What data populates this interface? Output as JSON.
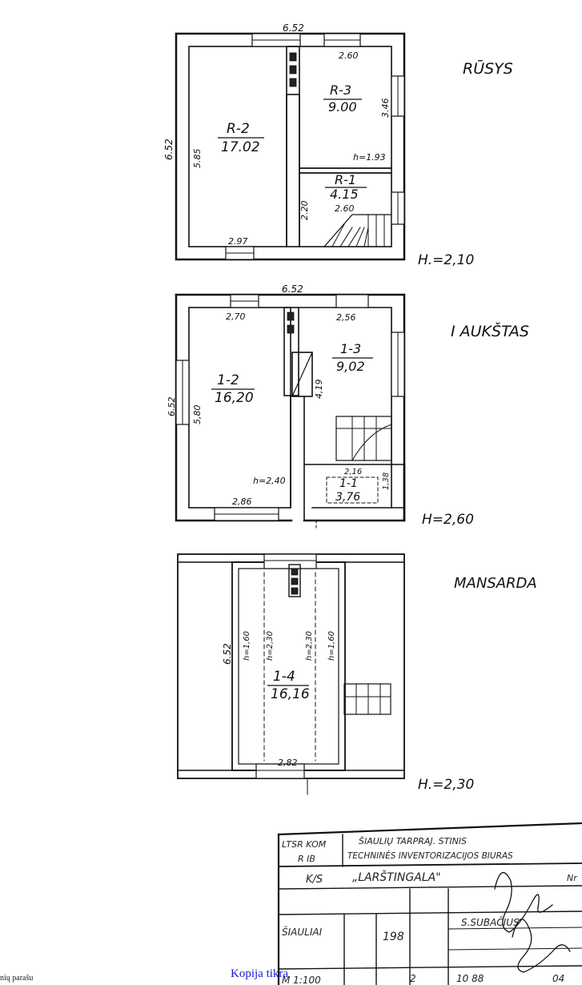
{
  "floors": [
    {
      "name": "RŪSYS",
      "height_mark": "H.=2,10",
      "top_dim": "6.52",
      "left_dim": "6.52",
      "rooms": [
        {
          "code": "R-2",
          "area": "17.02"
        },
        {
          "code": "R-3",
          "area": "9.00"
        },
        {
          "code": "R-1",
          "area": "4.15"
        }
      ],
      "dims": {
        "d1": "5.85",
        "d2": "2.97",
        "d3": "2.60",
        "d4": "3.46",
        "d5": "h=1.93",
        "d6": "2.20",
        "d7": "2.60"
      }
    },
    {
      "name": "I AUKŠTAS",
      "height_mark": "H=2,60",
      "top_dim": "6.52",
      "left_dim": "6.52",
      "rooms": [
        {
          "code": "1-2",
          "area": "16,20"
        },
        {
          "code": "1-3",
          "area": "9,02"
        },
        {
          "code": "1-1",
          "area": "3,76"
        }
      ],
      "dims": {
        "d1": "2,70",
        "d2": "2,56",
        "d3": "5,80",
        "d4": "4,19",
        "d5": "h=2,40",
        "d6": "2,86",
        "d7": "2,16",
        "d8": "1,38"
      }
    },
    {
      "name": "MANSARDA",
      "height_mark": "H.=2,30",
      "left_dim": "6.52",
      "rooms": [
        {
          "code": "1-4",
          "area": "16,16"
        }
      ],
      "dims": {
        "d1": "h=1,60",
        "d2": "h=2,30",
        "d3": "h=2,30",
        "d4": "h=1,60",
        "d5": "2,82"
      }
    }
  ],
  "stamp": {
    "org1": "LTSR KOM",
    "org2": "R IB",
    "bureau1": "ŠIAULIŲ TARPRAJ. STINIS",
    "bureau2": "TECHNINĖS INVENTORIZACIJOS BIURAS",
    "object_prefix": "K/S",
    "object_name": "„LARŠTINGALA\"",
    "row_label": "Nr",
    "city": "ŠIAULIAI",
    "number": "198",
    "scale": "M 1:100",
    "surname": "S.SUBAČIUS",
    "sheet": "2",
    "date": "10 88",
    "page": "04"
  },
  "footer": {
    "left_text": "nių parašu",
    "copy_text": "Kopija tikra"
  }
}
